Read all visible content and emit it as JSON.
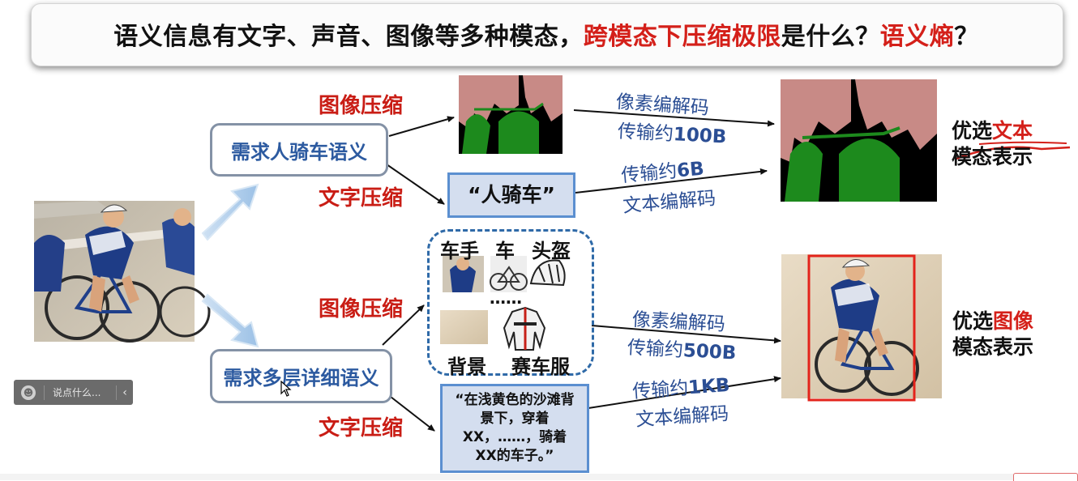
{
  "banner": {
    "part1": "语义信息有文字、声音、图像等多种模态，",
    "part2": "跨模态下压缩极限",
    "part3": "是什么？",
    "part4": "语义熵",
    "part5": "？"
  },
  "labels": {
    "image_compress_top": "图像压缩",
    "text_compress_top": "文字压缩",
    "image_compress_bottom": "图像压缩",
    "text_compress_bottom": "文字压缩"
  },
  "need_boxes": {
    "top": "需求人骑车语义",
    "bottom": "需求多层详细语义"
  },
  "text_boxes": {
    "top": "“人骑车”",
    "bottom": "“在浅黄色的沙滩背景下，穿着XX，……，骑着XX的车子。”"
  },
  "elements": {
    "rider": "车手",
    "bike": "车",
    "helmet": "头盔",
    "ellipsis": "……",
    "background": "背景",
    "jersey": "赛车服"
  },
  "annotations": {
    "top_pixel_codec": "像素编解码",
    "top_pixel_transfer_prefix": "传输约",
    "top_pixel_transfer_value": "100B",
    "top_text_transfer_prefix": "传输约",
    "top_text_transfer_value": "6B",
    "top_text_codec": "文本编解码",
    "bottom_pixel_codec": "像素编解码",
    "bottom_pixel_transfer_prefix": "传输约",
    "bottom_pixel_transfer_value": "500B",
    "bottom_text_transfer_prefix": "传输约",
    "bottom_text_transfer_value": "1KB",
    "bottom_text_codec": "文本编解码"
  },
  "preferences": {
    "top_line1_prefix": "优选",
    "top_line1_highlight": "文本",
    "top_line2": "模态表示",
    "bottom_line1_prefix": "优选",
    "bottom_line1_highlight": "图像",
    "bottom_line2": "模态表示"
  },
  "chat": {
    "placeholder": "说点什么..."
  },
  "colors": {
    "accent_red": "#d4201a",
    "box_blue_fill": "#d4deef",
    "box_blue_border": "#5b8fd0",
    "handwriting_blue": "#2b4e94",
    "seg_pink": "#c88a86",
    "seg_green": "#1d8a1d"
  }
}
